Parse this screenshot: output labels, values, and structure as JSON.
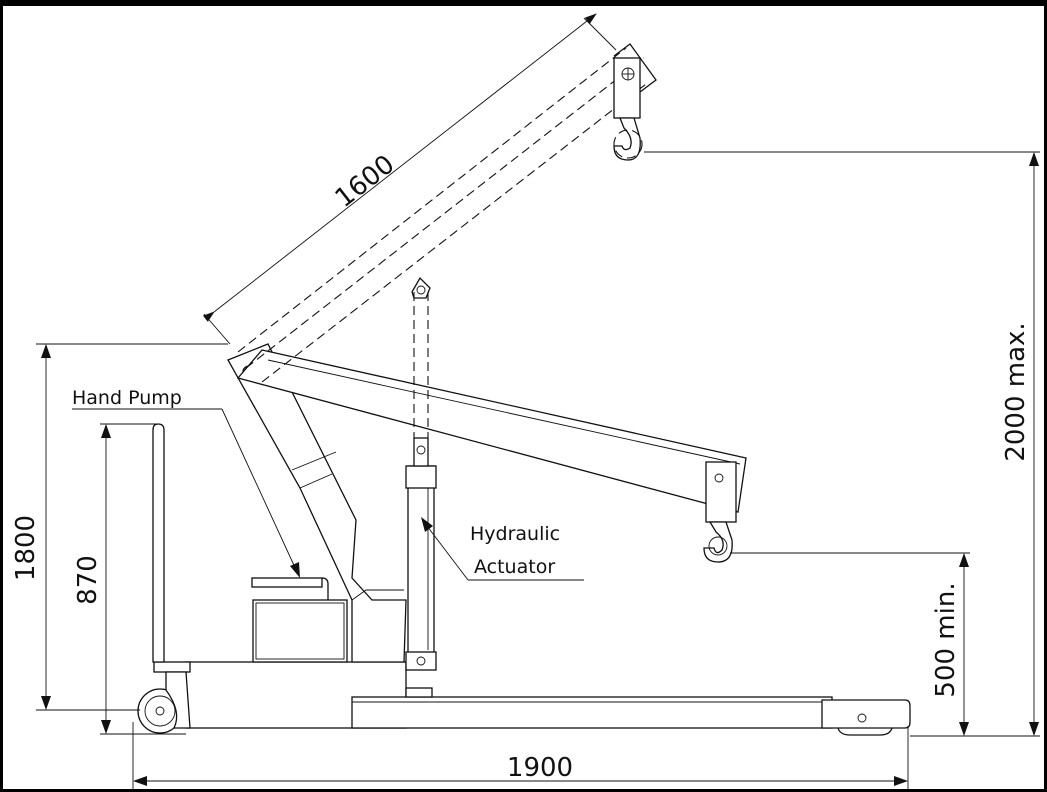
{
  "dimensions": {
    "boom_length": "1600",
    "total_height": "1800",
    "handle_height": "870",
    "max_height": "2000 max.",
    "min_height": "500 min.",
    "base_length": "1900"
  },
  "labels": {
    "hand_pump": "Hand Pump",
    "hydraulic_actuator_line1": "Hydraulic",
    "hydraulic_actuator_line2": "Actuator"
  }
}
